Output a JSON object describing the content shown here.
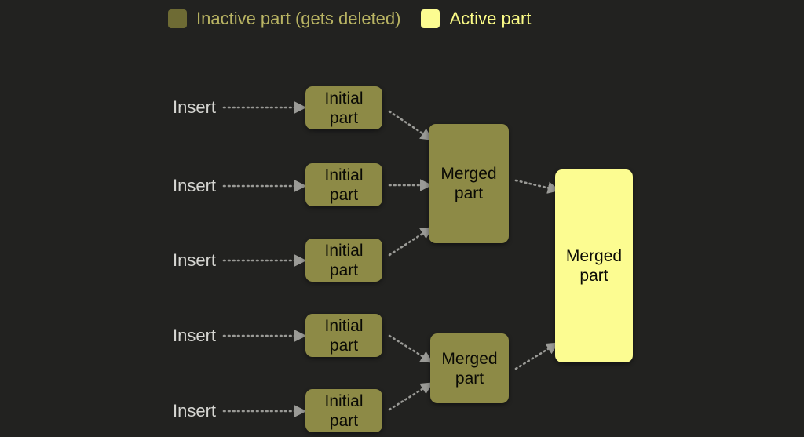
{
  "background_color": "#222220",
  "colors": {
    "inactive_fill": "#8d8a46",
    "inactive_swatch": "#6e6b34",
    "inactive_text": "#b9b463",
    "active_fill": "#fcfc91",
    "active_text": "#fbfb86",
    "node_label": "#0a0a05",
    "insert_label": "#d6d6d2",
    "arrow": "#9a9a96"
  },
  "legend": {
    "items": [
      {
        "label": "Inactive part (gets deleted)",
        "state": "inactive",
        "swatch_color": "#6e6b34"
      },
      {
        "label": "Active part",
        "state": "active",
        "swatch_color": "#fcfc91"
      }
    ]
  },
  "inserts": [
    {
      "label": "Insert"
    },
    {
      "label": "Insert"
    },
    {
      "label": "Insert"
    },
    {
      "label": "Insert"
    },
    {
      "label": "Insert"
    }
  ],
  "nodes": {
    "initial_parts": [
      {
        "line1": "Initial",
        "line2": "part",
        "state": "inactive"
      },
      {
        "line1": "Initial",
        "line2": "part",
        "state": "inactive"
      },
      {
        "line1": "Initial",
        "line2": "part",
        "state": "inactive"
      },
      {
        "line1": "Initial",
        "line2": "part",
        "state": "inactive"
      },
      {
        "line1": "Initial",
        "line2": "part",
        "state": "inactive"
      }
    ],
    "merged_top": {
      "line1": "Merged",
      "line2": "part",
      "state": "inactive"
    },
    "merged_bottom": {
      "line1": "Merged",
      "line2": "part",
      "state": "inactive"
    },
    "merged_active": {
      "line1": "Merged",
      "line2": "part",
      "state": "active"
    }
  }
}
